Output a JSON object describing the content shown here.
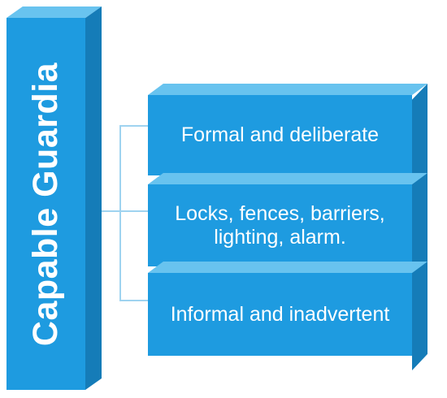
{
  "diagram": {
    "main_label": "Capable Guardia",
    "items": [
      {
        "text": "Formal and deliberate"
      },
      {
        "text": "Locks, fences, barriers, lighting, alarm."
      },
      {
        "text": "Informal and inadvertent"
      }
    ],
    "colors": {
      "front": "#1e9be0",
      "top": "#68c3ef",
      "side": "#157cb8",
      "connector": "#9fd3f0",
      "text": "#ffffff"
    }
  }
}
